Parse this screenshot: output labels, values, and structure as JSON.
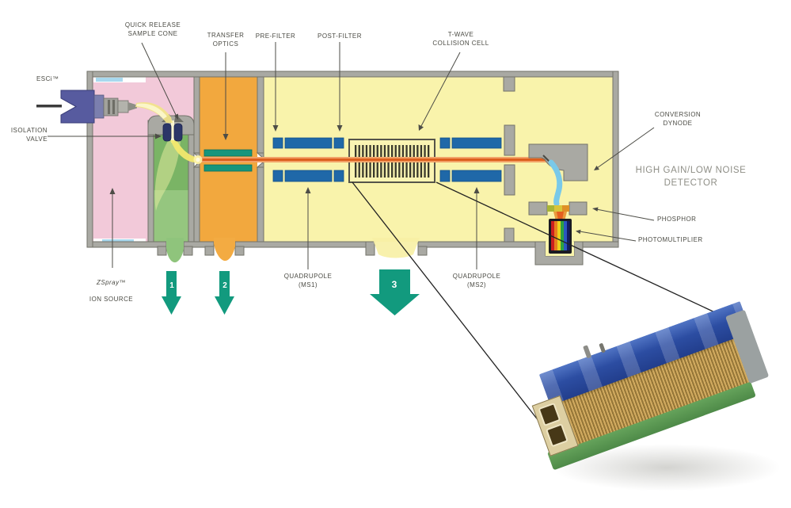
{
  "labels": {
    "esci": "ESCi™",
    "quick_release_sample_cone": "QUICK RELEASE\nSAMPLE CONE",
    "transfer_optics": "TRANSFER\nOPTICS",
    "pre_filter": "PRE-FILTER",
    "post_filter": "POST-FILTER",
    "t_wave_collision_cell": "T-WAVE\nCOLLISION CELL",
    "isolation_valve": "ISOLATION\nVALVE",
    "zspray_line1": "ZSpray™",
    "zspray_line2": "ION SOURCE",
    "quadrupole_ms1": "QUADRUPOLE\n(MS1)",
    "quadrupole_ms2": "QUADRUPOLE\n(MS2)",
    "conversion_dynode": "CONVERSION\nDYNODE",
    "high_gain_detector": "HIGH GAIN/LOW NOISE\nDETECTOR",
    "phosphor": "PHOSPHOR",
    "photomultiplier": "PHOTOMULTIPLIER"
  },
  "stages": {
    "s1": "1",
    "s2": "2",
    "s3": "3"
  },
  "colors": {
    "chamber_pink": "#f2c9d9",
    "chamber_green": "#7ab465",
    "chamber_orange": "#f2a83e",
    "chamber_yellow": "#f9f3ab",
    "wall_gray": "#a9a9a3",
    "quad_blue": "#1f68a8",
    "transfer_optics_teal": "#17957c",
    "ion_beam_orange": "#dd5f1d",
    "pump_arrow_teal": "#129a7e",
    "probe_purple": "#575b9f",
    "ion_path_blue": "#79c9e9"
  }
}
